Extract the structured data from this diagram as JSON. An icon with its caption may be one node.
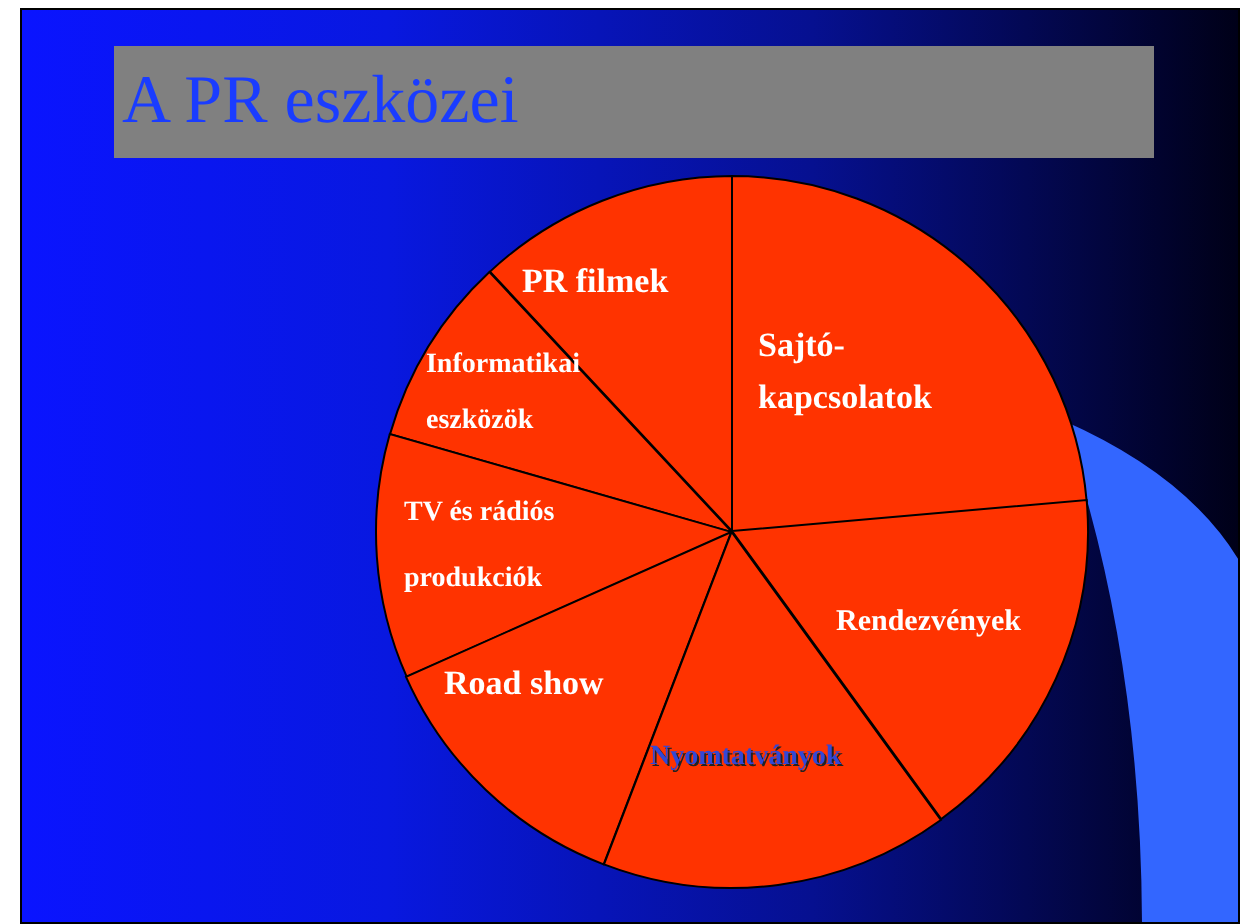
{
  "diagram": {
    "title": "A PR eszközei",
    "nodes": [
      {
        "text": [
          "PR filmek"
        ]
      },
      {
        "text": [
          "Sajtó-kapcsolatok"
        ]
      },
      {
        "text": [
          "Informatikai eszközök"
        ]
      },
      {
        "text": [
          "TV és rádiós produkciók"
        ]
      },
      {
        "text": [
          "Rendezvények"
        ]
      },
      {
        "text": [
          "Road show"
        ]
      },
      {
        "text": [
          "Nyomtatványok"
        ]
      }
    ]
  }
}
